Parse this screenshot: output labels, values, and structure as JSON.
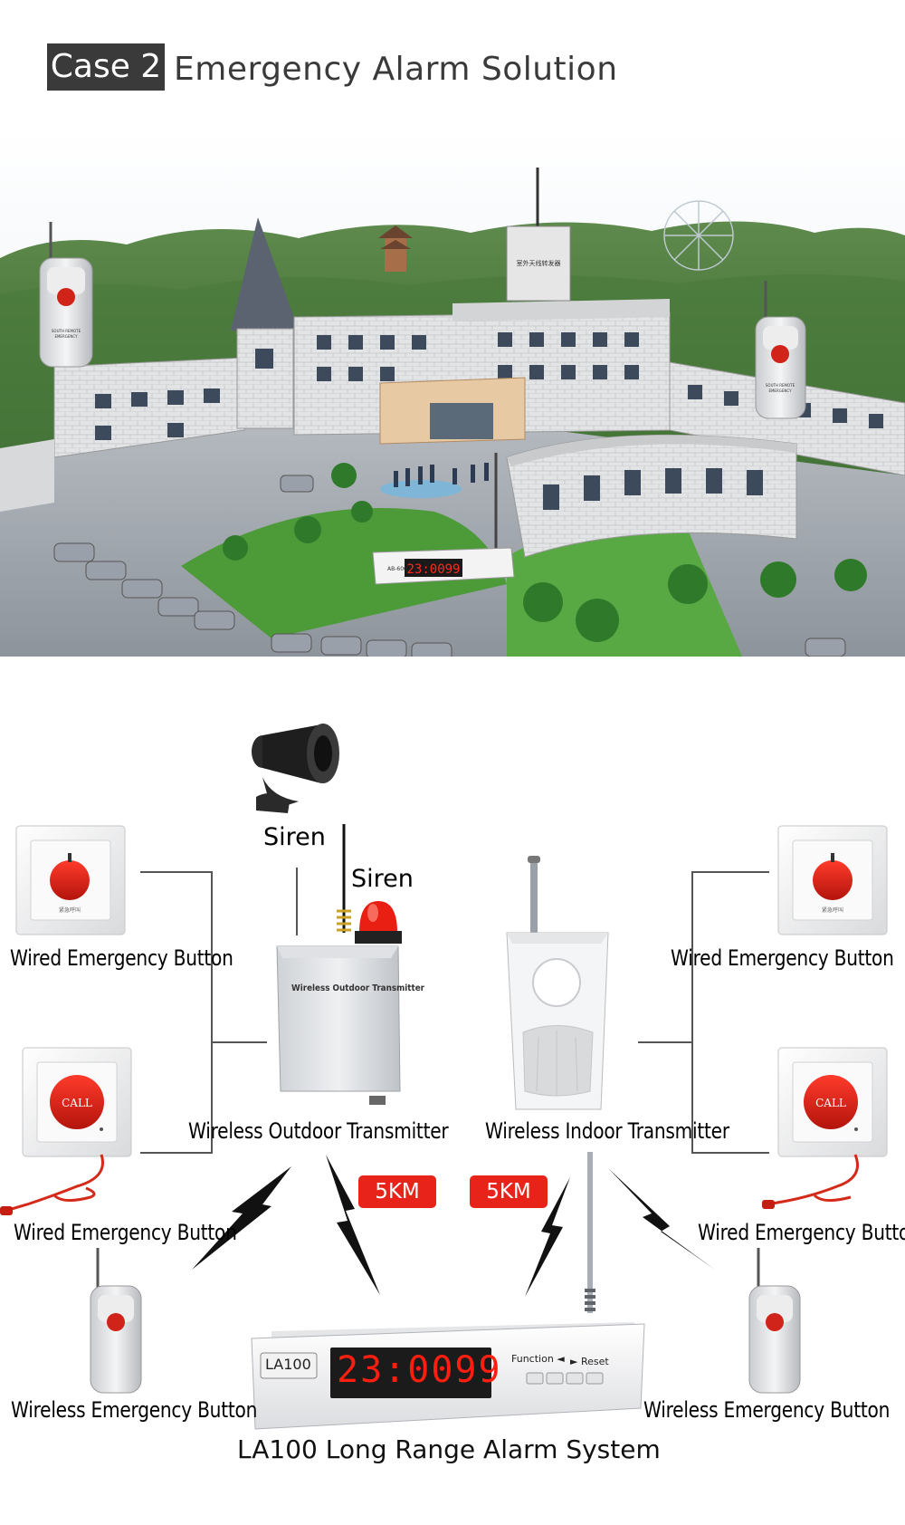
{
  "header": {
    "case_label": "Case 2",
    "title": "Emergency  Alarm Solution"
  },
  "scene": {
    "repeater_text": "室外天线转发器",
    "panel_display": "23:0099",
    "panel_model": "AB-600",
    "remote_label_top": "SOUTH REMOTE",
    "remote_label_bottom": "EMERGENCY"
  },
  "diagram": {
    "siren_horn_label": "Siren",
    "siren_light_label": "Siren",
    "outdoor_box_text": "Wireless Outdoor Transmitter",
    "outdoor_transmitter_label": "Wireless Outdoor Transmitter",
    "indoor_transmitter_label": "Wireless Indoor Transmitter",
    "wired_button_top_left": "Wired Emergency Button",
    "wired_button_top_right": "Wired Emergency Button",
    "wired_call_left": "Wired Emergency Button",
    "wired_call_right": "Wired Emergency Button",
    "wireless_button_left": "Wireless Emergency Button",
    "wireless_button_right": "Wireless Emergency Button",
    "range_left": "5KM",
    "range_right": "5KM",
    "button_chinese": "紧急呼叫",
    "call_text": "CALL",
    "receiver": {
      "model": "LA100",
      "display": "23:0099",
      "function_label": "Function ◄",
      "reset_label": "► Reset"
    },
    "system_title": "LA100 Long Range Alarm System"
  },
  "colors": {
    "badge_bg": "#3a3a3a",
    "accent_red": "#e8231a",
    "wire": "#555555"
  }
}
